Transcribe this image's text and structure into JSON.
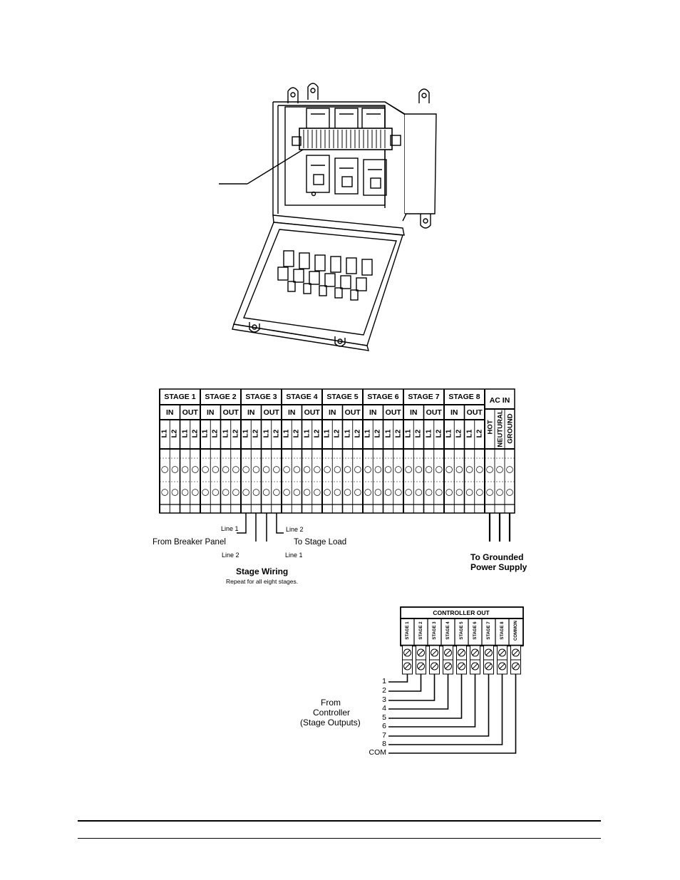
{
  "terminal_block": {
    "stages": [
      "STAGE  1",
      "STAGE  2",
      "STAGE  3",
      "STAGE 4",
      "STAGE 5",
      "STAGE 6",
      "STAGE 7",
      "STAGE 8"
    ],
    "in_label": "IN",
    "out_label": "OUT",
    "pins": [
      "L1",
      "L2",
      "L1",
      "L2"
    ],
    "ac_in": "AC IN",
    "ac_pins": [
      "HOT",
      "NEUTURAL",
      "GROUND"
    ]
  },
  "stage_wiring": {
    "line1_top": "Line 1",
    "line2_top": "Line 2",
    "from_breaker": "From Breaker Panel",
    "to_load": "To Stage Load",
    "line2_bottom": "Line 2",
    "line1_bottom": "Line 1",
    "title": "Stage Wiring",
    "note": "Repeat for all eight stages.",
    "power_line1": "To Grounded",
    "power_line2": "Power Supply"
  },
  "controller": {
    "header": "CONTROLLER OUT",
    "terminals": [
      "STAGE 1",
      "STAGE 2",
      "STAGE 3",
      "STAGE 4",
      "STAGE 5",
      "STAGE 6",
      "STAGE 7",
      "STAGE 8",
      "COMMON"
    ],
    "wire_labels": [
      "1",
      "2",
      "3",
      "4",
      "5",
      "6",
      "7",
      "8",
      "COM"
    ],
    "from_line1": "From",
    "from_line2": "Controller",
    "from_line3": "(Stage Outputs)"
  }
}
